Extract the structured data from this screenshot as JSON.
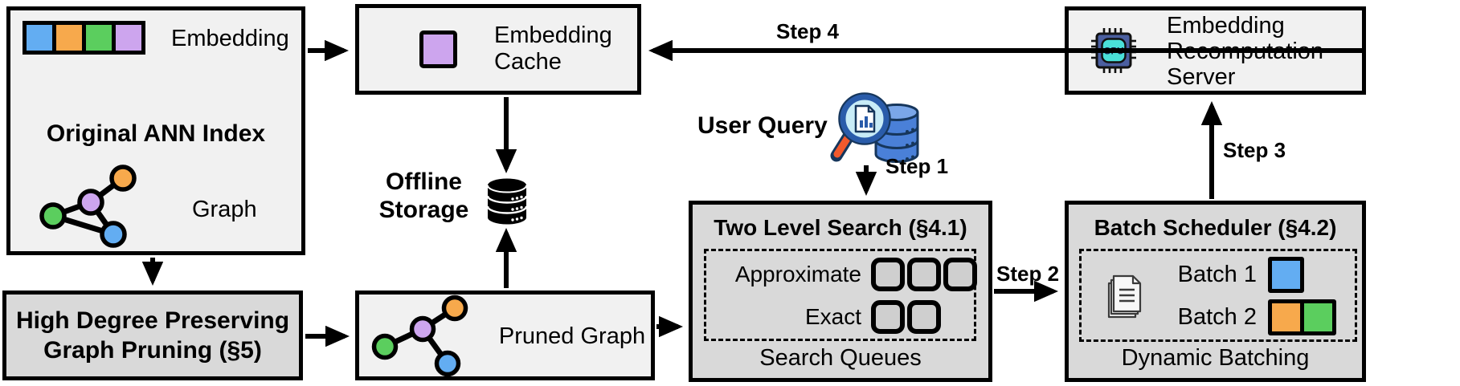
{
  "colors": {
    "blue": "#63adf2",
    "orange": "#f7a94c",
    "green": "#5bce5e",
    "purple": "#cda5ee",
    "chip_body": "#4b5fa0",
    "chip_core": "#4ae0d8",
    "db_blue": "#4a80d8",
    "db_blue_light": "#7aa6e8",
    "db_blue_dark": "#16365c",
    "lens_fill": "#c8ecf7",
    "rim_blue": "#2a5caa",
    "handle_orange": "#f2592c"
  },
  "ann_index": {
    "title": "Original ANN Index",
    "embedding_label": "Embedding",
    "graph_label": "Graph",
    "embedding_colors": [
      "#63adf2",
      "#f7a94c",
      "#5bce5e",
      "#cda5ee"
    ]
  },
  "embedding_cache": {
    "label": "Embedding Cache"
  },
  "offline_storage": {
    "label": "Offline Storage"
  },
  "user_query": {
    "label": "User Query"
  },
  "recomputation_server": {
    "label": "Embedding Recomputation Server",
    "chip_text": "GPU"
  },
  "high_degree_pruning": {
    "label": "High Degree Preserving Graph Pruning (§5)"
  },
  "pruned_graph": {
    "label": "Pruned Graph"
  },
  "two_level_search": {
    "title": "Two Level Search (§4.1)",
    "rows": [
      {
        "label": "Approximate",
        "queues": 3
      },
      {
        "label": "Exact",
        "queues": 2
      }
    ],
    "caption": "Search Queues"
  },
  "batch_scheduler": {
    "title": "Batch Scheduler (§4.2)",
    "batches": [
      {
        "label": "Batch 1",
        "colors": [
          "#63adf2"
        ]
      },
      {
        "label": "Batch 2",
        "colors": [
          "#f7a94c",
          "#5bce5e"
        ]
      }
    ],
    "caption": "Dynamic Batching"
  },
  "steps": {
    "step1": "Step 1",
    "step2": "Step 2",
    "step3": "Step 3",
    "step4": "Step 4"
  }
}
